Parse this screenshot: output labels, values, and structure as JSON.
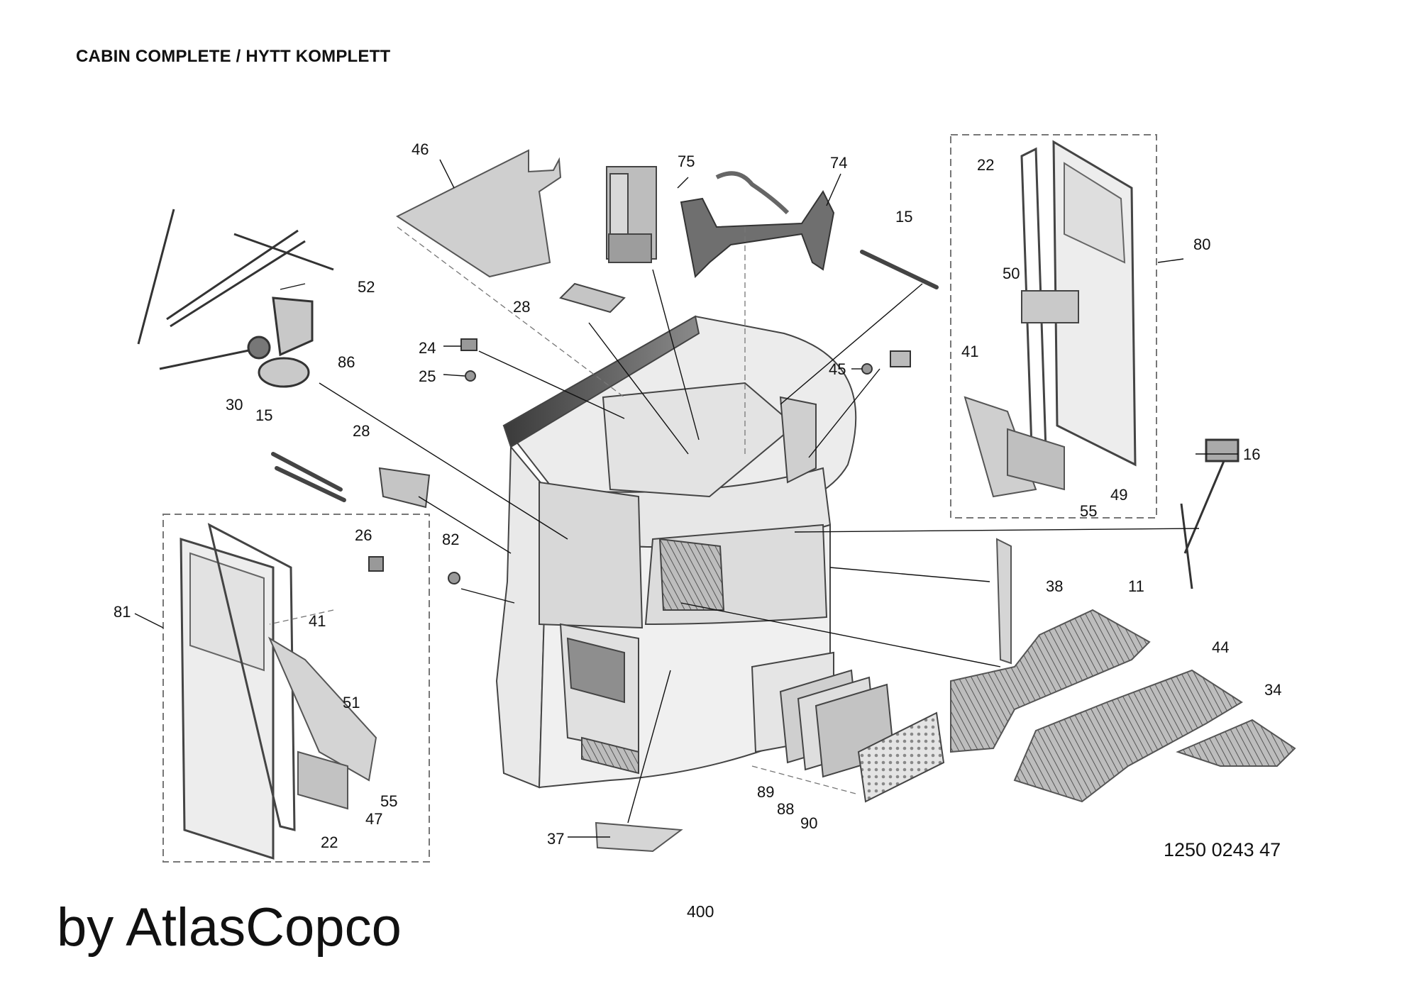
{
  "header": {
    "title": "CABIN COMPLETE / HYTT KOMPLETT"
  },
  "footer": {
    "doc_number": "1250 0243 47",
    "page_number": "400",
    "brand": "by AtlasCopco"
  },
  "callouts": [
    "46",
    "75",
    "74",
    "15",
    "22",
    "80",
    "52",
    "86",
    "30",
    "28",
    "24",
    "25",
    "50",
    "41",
    "45",
    "16",
    "15",
    "28",
    "26",
    "82",
    "81",
    "41",
    "51",
    "38",
    "11",
    "44",
    "34",
    "55",
    "49",
    "55",
    "47",
    "22",
    "89",
    "88",
    "90",
    "37"
  ],
  "colors": {
    "part_fill": "#d9d9d9",
    "part_dark": "#6b6b6b",
    "outline": "#333333",
    "dashed": "#777777"
  }
}
